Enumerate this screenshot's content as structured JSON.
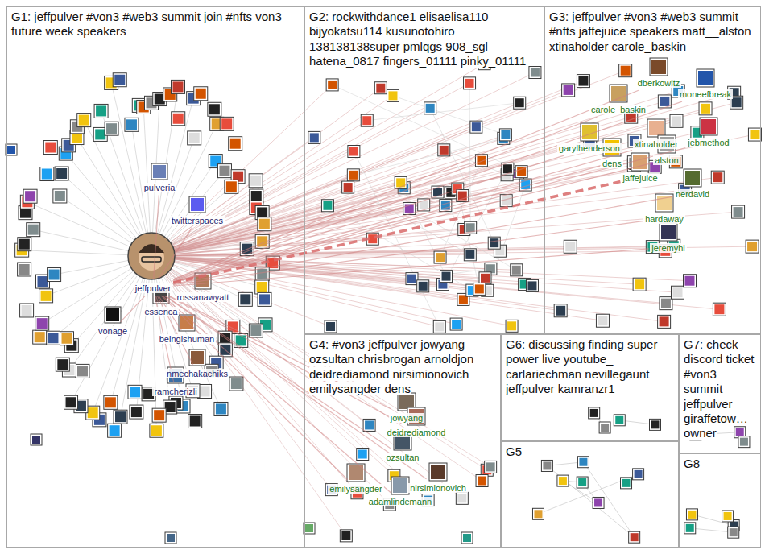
{
  "diagram": {
    "nodes": [
      {
        "text": [
          "G1: jeffpulver #von3 #web3 summit join #nfts von3 future week speakers"
        ]
      },
      {
        "text": [
          "G2: rockwithdance1 elisaelisa110 bijyokatsu114 kusunotohiro 138138138super pmlqgs 908_sgl hatena_0817 fingers_01111 pinky_01111"
        ]
      },
      {
        "text": [
          "G3: jeffpulver #von3 #web3 summit #nfts jaffejuice speakers matt__alston xtinaholder carole_baskin"
        ]
      },
      {
        "text": [
          "G4: #von3 jeffpulver jowyang ozsultan chrisbrogan arnoldjon deidrediamond nirsimionovich emilysangder dens"
        ]
      },
      {
        "text": [
          "G6: discussing finding super power live youtube_ carlariechman nevillegaunt jeffpulver kamranzr1"
        ]
      },
      {
        "text": [
          "G7: check discord ticket #von3 summit jeffpulver giraffetow… owner"
        ]
      },
      {
        "text": [
          "G5"
        ]
      },
      {
        "text": [
          "G8"
        ]
      },
      {
        "text": [
          "pulveria"
        ],
        "in": 0
      },
      {
        "text": [
          "twitterspaces"
        ],
        "in": 0
      },
      {
        "text": [
          "jeffpulver"
        ],
        "in": 0
      },
      {
        "text": [
          "rossanawyatt"
        ],
        "in": 0
      },
      {
        "text": [
          "essenca"
        ],
        "in": 0
      },
      {
        "text": [
          "vonage"
        ],
        "in": 0
      },
      {
        "text": [
          "beingishuman"
        ],
        "in": 0
      },
      {
        "text": [
          "nmechakachiks"
        ],
        "in": 0
      },
      {
        "text": [
          "ramcherizli"
        ],
        "in": 0
      },
      {
        "text": [
          "dberkowitz"
        ],
        "in": 2
      },
      {
        "text": [
          "moneefbreak"
        ],
        "in": 2
      },
      {
        "text": [
          "carole_baskin"
        ],
        "in": 2
      },
      {
        "text": [
          "jebmethod"
        ],
        "in": 2
      },
      {
        "text": [
          "xtinaholder"
        ],
        "in": 2
      },
      {
        "text": [
          "garylhenderson"
        ],
        "in": 2
      },
      {
        "text": [
          "alston"
        ],
        "in": 2
      },
      {
        "text": [
          "dens"
        ],
        "in": 2
      },
      {
        "text": [
          "jaffejuice"
        ],
        "in": 2
      },
      {
        "text": [
          "nerdavid"
        ],
        "in": 2
      },
      {
        "text": [
          "hardaway"
        ],
        "in": 2
      },
      {
        "text": [
          "jeremyhl"
        ],
        "in": 2
      },
      {
        "text": [
          "jowyang"
        ],
        "in": 3
      },
      {
        "text": [
          "deidrediamond"
        ],
        "in": 3
      },
      {
        "text": [
          "ozsultan"
        ],
        "in": 3
      },
      {
        "text": [
          "emilysangder"
        ],
        "in": 3
      },
      {
        "text": [
          "nirsimionovich"
        ],
        "in": 3
      },
      {
        "text": [
          "adamlindemann"
        ],
        "in": 3
      }
    ],
    "edges": [
      {
        "from": 10,
        "to": 8,
        "arrow": "none"
      },
      {
        "from": 10,
        "to": 9,
        "arrow": "none"
      },
      {
        "from": 10,
        "to": 11,
        "arrow": "none"
      },
      {
        "from": 10,
        "to": 12,
        "arrow": "none"
      },
      {
        "from": 10,
        "to": 13,
        "arrow": "none"
      },
      {
        "from": 10,
        "to": 14,
        "arrow": "none"
      },
      {
        "from": 10,
        "to": 15,
        "arrow": "none"
      },
      {
        "from": 10,
        "to": 16,
        "arrow": "none"
      },
      {
        "from": 10,
        "to": 17,
        "arrow": "none"
      },
      {
        "from": 10,
        "to": 18,
        "arrow": "none"
      },
      {
        "from": 10,
        "to": 19,
        "arrow": "none"
      },
      {
        "from": 10,
        "to": 20,
        "arrow": "none"
      },
      {
        "from": 10,
        "to": 21,
        "arrow": "none"
      },
      {
        "from": 10,
        "to": 22,
        "arrow": "none"
      },
      {
        "from": 10,
        "to": 23,
        "arrow": "none"
      },
      {
        "from": 10,
        "to": 24,
        "arrow": "none"
      },
      {
        "from": 10,
        "to": 25,
        "arrow": "none"
      },
      {
        "from": 10,
        "to": 26,
        "arrow": "none"
      },
      {
        "from": 10,
        "to": 27,
        "arrow": "none"
      },
      {
        "from": 10,
        "to": 28,
        "arrow": "none"
      },
      {
        "from": 10,
        "to": 29,
        "arrow": "none"
      },
      {
        "from": 10,
        "to": 30,
        "arrow": "none"
      },
      {
        "from": 10,
        "to": 31,
        "arrow": "none"
      },
      {
        "from": 10,
        "to": 32,
        "arrow": "none"
      },
      {
        "from": 10,
        "to": 33,
        "arrow": "none"
      },
      {
        "from": 10,
        "to": 34,
        "arrow": "none"
      }
    ]
  }
}
